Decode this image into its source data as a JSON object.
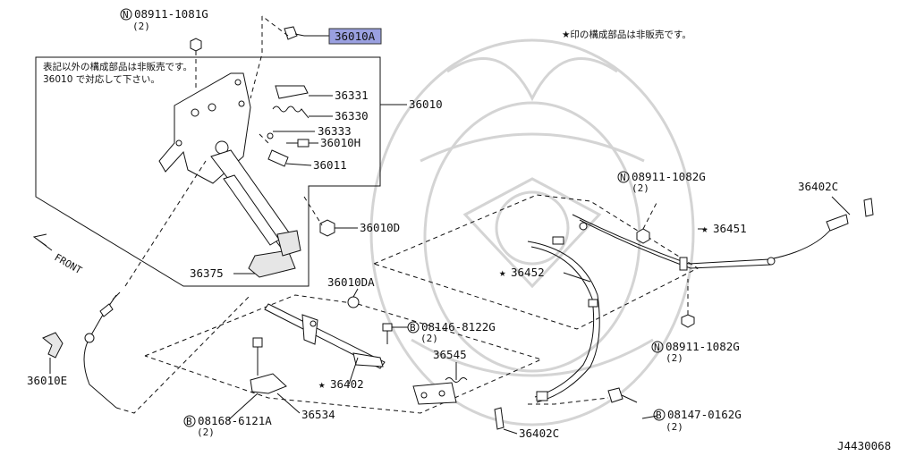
{
  "notes": {
    "non_sale_line1": "表記以外の構成部品は非販売です。",
    "non_sale_line2": "36010 で対応して下さい。",
    "star_note": "★印の構成部品は非販売です。",
    "front": "FRONT",
    "diagram_id": "J4430068"
  },
  "parts": {
    "p08911_1081G": "08911-1081G",
    "p08911_1081G_qty": "(2)",
    "p36010A": "36010A",
    "p36331": "36331",
    "p36330": "36330",
    "p36010": "36010",
    "p36333": "36333",
    "p36010H": "36010H",
    "p36011": "36011",
    "p36010D": "36010D",
    "p36375": "36375",
    "p36010DA": "36010DA",
    "p08146_8122G": "08146-8122G",
    "p08146_8122G_qty": "(2)",
    "p36545": "36545",
    "p36402": "36402",
    "p36534": "36534",
    "p08168_6121A": "08168-6121A",
    "p08168_6121A_qty": "(2)",
    "p36010E": "36010E",
    "p08911_1082G_a": "08911-1082G",
    "p08911_1082G_a_qty": "(2)",
    "p36402C_a": "36402C",
    "p36451": "36451",
    "p36452": "36452",
    "p08911_1082G_b": "08911-1082G",
    "p08911_1082G_b_qty": "(2)",
    "p08147_0162G": "08147-0162G",
    "p08147_0162G_qty": "(2)",
    "p36402C_b": "36402C"
  },
  "prefix": {
    "N": "N",
    "B": "B"
  },
  "star": "★",
  "colors": {
    "highlight": "#9aa0e0",
    "ink": "#111111",
    "watermark": "#d4d4d4"
  }
}
